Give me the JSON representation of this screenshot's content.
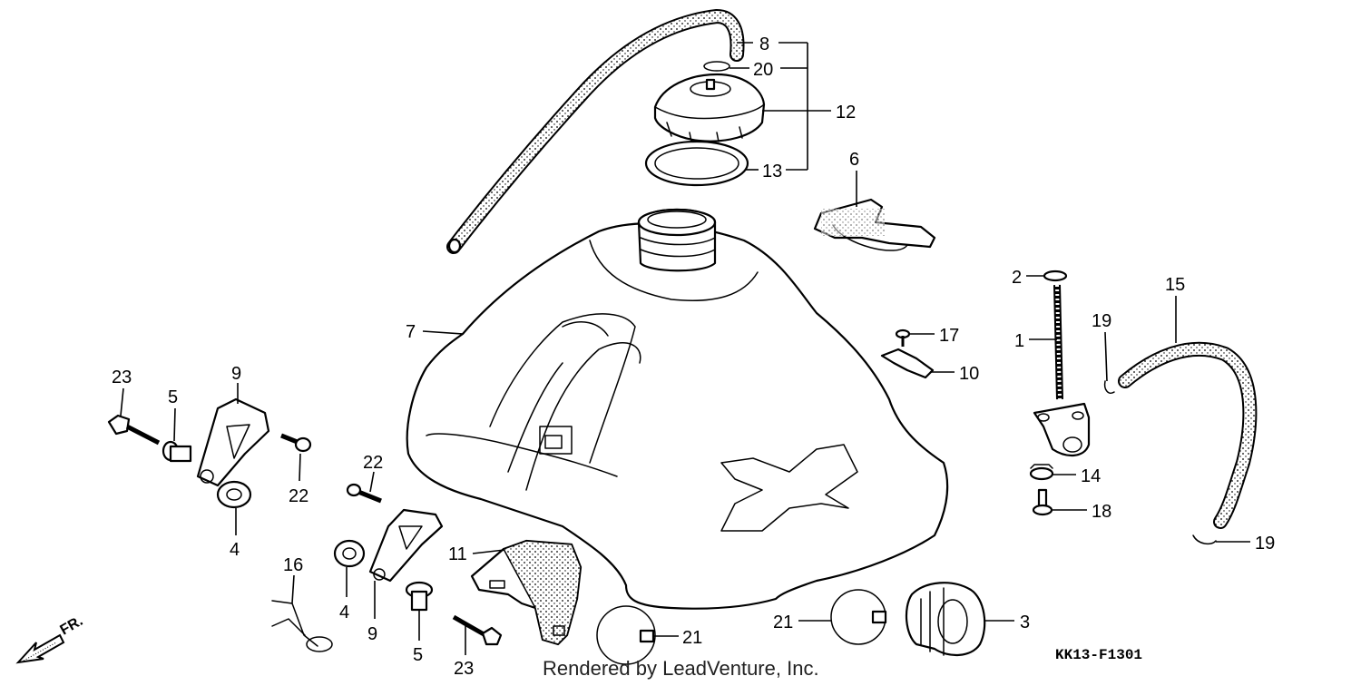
{
  "labels": {
    "p1": "1",
    "p2": "2",
    "p3": "3",
    "p4a": "4",
    "p4b": "4",
    "p5a": "5",
    "p5b": "5",
    "p6": "6",
    "p7": "7",
    "p8": "8",
    "p9a": "9",
    "p9b": "9",
    "p10": "10",
    "p11": "11",
    "p12": "12",
    "p13": "13",
    "p14": "14",
    "p15": "15",
    "p16": "16",
    "p17": "17",
    "p18": "18",
    "p19a": "19",
    "p19b": "19",
    "p20": "20",
    "p21a": "21",
    "p21b": "21",
    "p22a": "22",
    "p22b": "22",
    "p23a": "23",
    "p23b": "23"
  },
  "front_label": "FR.",
  "credit": "Rendered by LeadVenture, Inc.",
  "diagram_code": "KK13-F1301",
  "colors": {
    "ink": "#000000",
    "background": "#ffffff"
  }
}
